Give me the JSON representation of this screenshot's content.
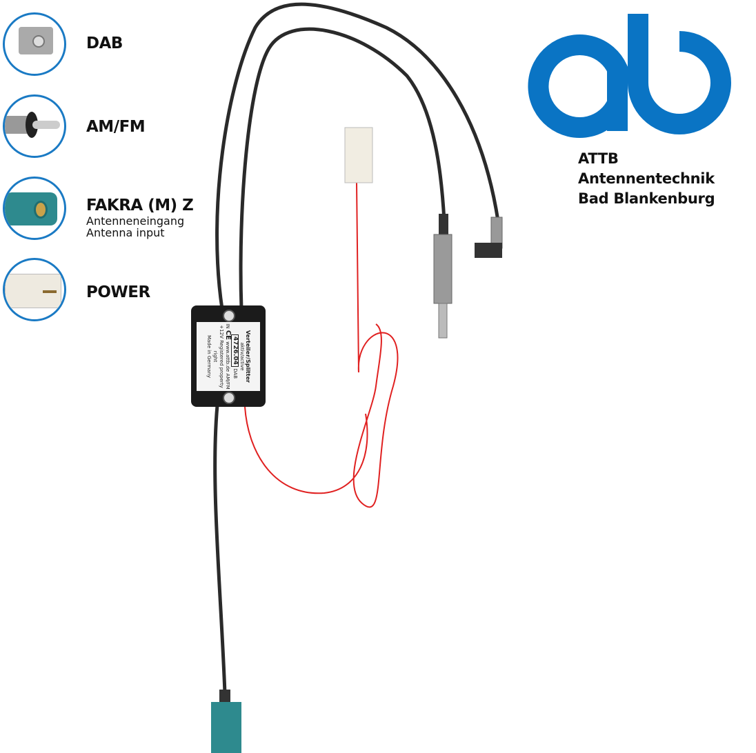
{
  "legend": [
    {
      "icon": "dab-connector-icon",
      "label": "DAB"
    },
    {
      "icon": "amfm-connector-icon",
      "label": "AM/FM"
    },
    {
      "icon": "fakra-connector-icon",
      "label": "FAKRA (M) Z",
      "sub1": "Antenneneingang",
      "sub2": "Antenna input"
    },
    {
      "icon": "power-connector-icon",
      "label": "POWER"
    }
  ],
  "brand": {
    "line1": "ATTB Antennentechnik",
    "line2": "Bad Blankenburg",
    "color": "#0a74c4"
  },
  "splitter": {
    "title": "Verteiler/Splitter",
    "subtitle": "aktiv/active",
    "part_number": "4726.04",
    "ce": "CE",
    "dab": "DAB",
    "amfm": "AM/FM",
    "in": "IN",
    "voltage": "+12V",
    "website": "www.attb.de",
    "registered": "Registered property right",
    "made_in": "Made in Germany"
  },
  "colors": {
    "accent": "#1a7ac4",
    "cable": "#2a2a2a",
    "red_wire": "#e02020",
    "fakra": "#2e8a8e"
  }
}
